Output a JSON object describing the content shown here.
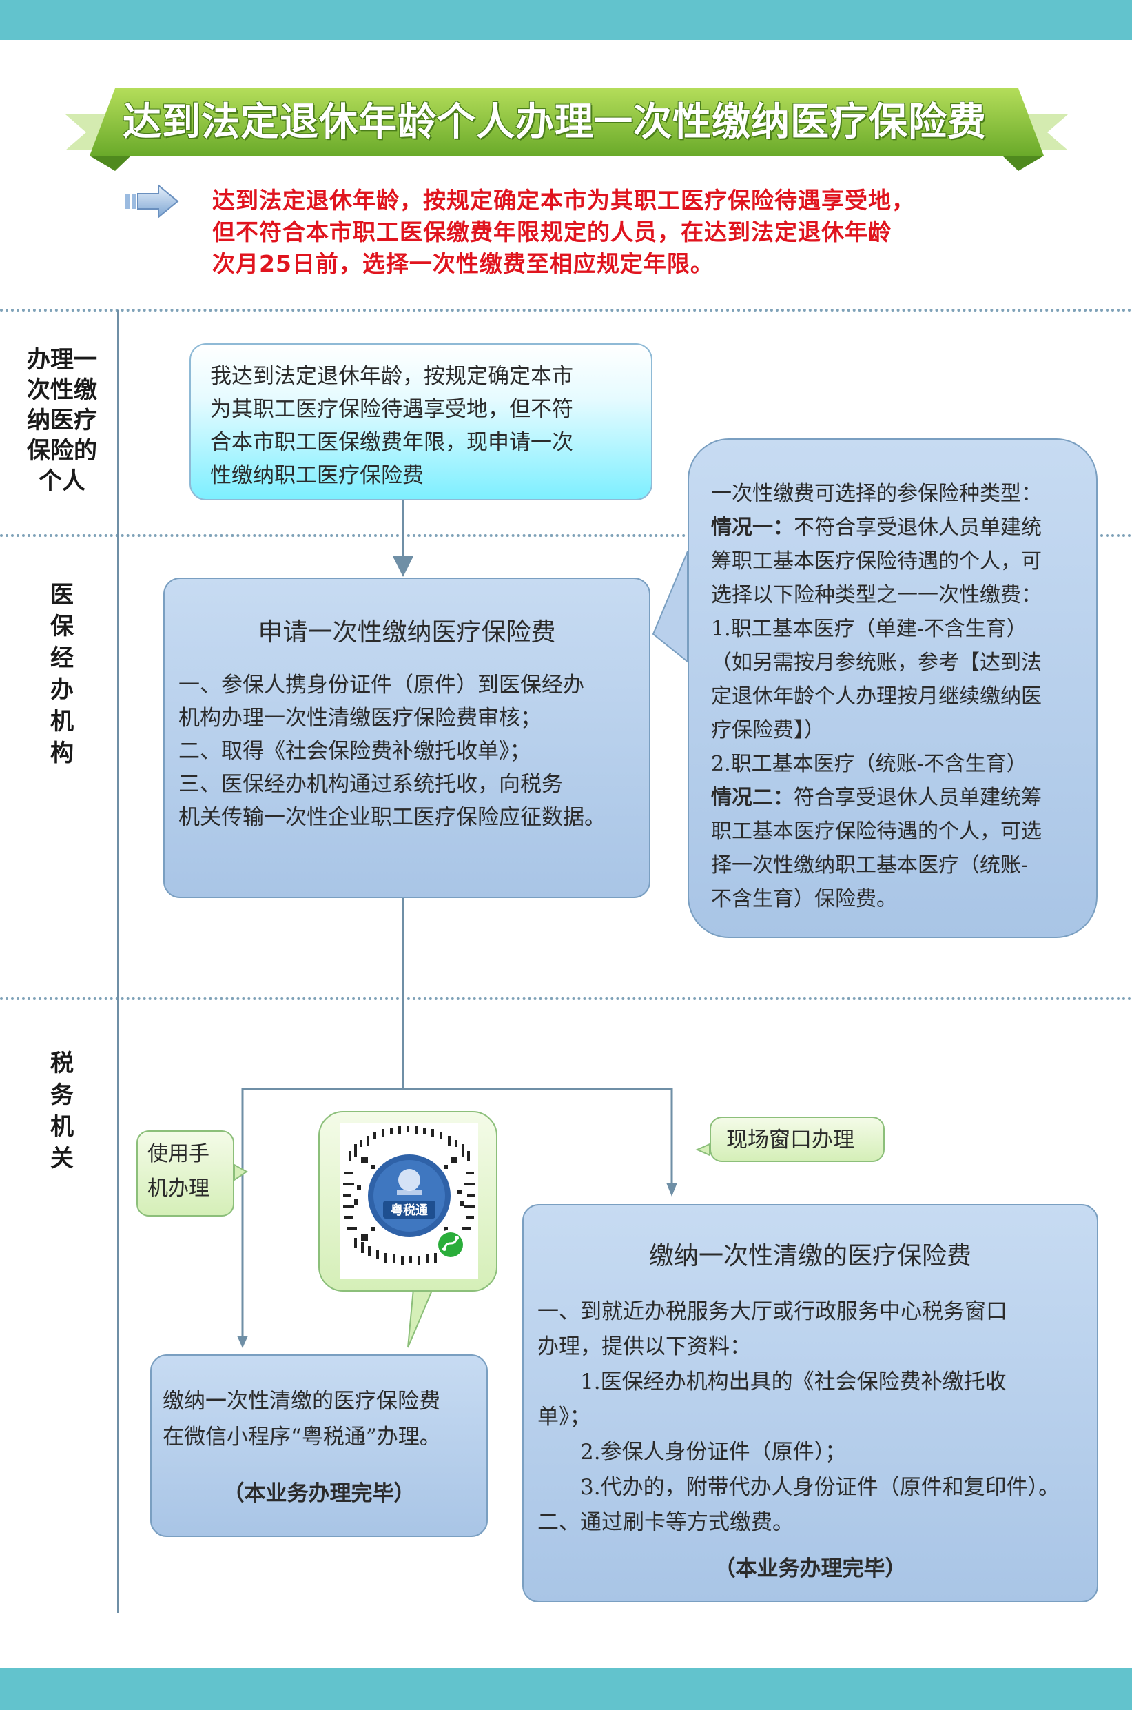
{
  "title": "达到法定退休年龄个人办理一次性缴纳医疗保险费",
  "intro_lines": [
    "达到法定退休年龄，按规定确定本市为其职工医疗保险待遇享受地，",
    "但不符合本市职工医保缴费年限规定的人员，在达到法定退休年龄",
    "次月25日前，选择一次性缴费至相应规定年限。"
  ],
  "lanes": {
    "personal": [
      "办理一",
      "次性缴",
      "纳医疗",
      "保险的",
      "个人"
    ],
    "medical": [
      "医",
      "保",
      "经",
      "办",
      "机",
      "构"
    ],
    "tax": [
      "税",
      "务",
      "机",
      "关"
    ]
  },
  "apply_box": {
    "lines": [
      "我达到法定退休年龄，按规定确定本市",
      "为其职工医疗保险待遇享受地，但不符",
      "合本市职工医保缴费年限，现申请一次",
      "性缴纳职工医疗保险费"
    ]
  },
  "medical_box": {
    "title": "申请一次性缴纳医疗保险费",
    "lines": [
      "一、参保人携身份证件（原件）到医保经办",
      "机构办理一次性清缴医疗保险费审核；",
      "二、取得《社会保险费补缴托收单》；",
      "三、医保经办机构通过系统托收，向税务",
      "机关传输一次性企业职工医疗保险应征数据。"
    ]
  },
  "options_bubble": {
    "lines": [
      {
        "label": "",
        "text": "一次性缴费可选择的参保险种类型："
      },
      {
        "label": "情况一：",
        "text": "不符合享受退休人员单建统"
      },
      {
        "label": "",
        "text": "筹职工基本医疗保险待遇的个人，可"
      },
      {
        "label": "",
        "text": "选择以下险种类型之一一次性缴费："
      },
      {
        "label": "",
        "text": "1.职工基本医疗（单建-不含生育）"
      },
      {
        "label": "",
        "text": "（如另需按月参统账，参考【达到法"
      },
      {
        "label": "",
        "text": "定退休年龄个人办理按月继续缴纳医"
      },
      {
        "label": "",
        "text": "疗保险费】）"
      },
      {
        "label": "",
        "text": "2.职工基本医疗（统账-不含生育）"
      },
      {
        "label": "情况二：",
        "text": "符合享受退休人员单建统筹"
      },
      {
        "label": "",
        "text": "职工基本医疗保险待遇的个人，可选"
      },
      {
        "label": "",
        "text": "择一次性缴纳职工基本医疗（统账-"
      },
      {
        "label": "",
        "text": "不含生育）保险费。"
      }
    ]
  },
  "mobile_label": [
    "使用手",
    "机办理"
  ],
  "window_label": "现场窗口办理",
  "qr": {
    "center_text": "粤税通",
    "icon": "wechat-miniprogram-icon"
  },
  "wechat_box": {
    "lines": [
      "缴纳一次性清缴的医疗保险费",
      "在微信小程序“粤税通”办理。"
    ],
    "done": "（本业务办理完毕）"
  },
  "window_box": {
    "title": "缴纳一次性清缴的医疗保险费",
    "lines": [
      {
        "indent": false,
        "text": "一、到就近办税服务大厅或行政服务中心税务窗口"
      },
      {
        "indent": false,
        "text": "办理，提供以下资料："
      },
      {
        "indent": true,
        "text": "1.医保经办机构出具的《社会保险费补缴托收"
      },
      {
        "indent": false,
        "text": "单》；"
      },
      {
        "indent": true,
        "text": "2.参保人身份证件（原件）；"
      },
      {
        "indent": true,
        "text": "3.代办的，附带代办人身份证件（原件和复印件）。"
      },
      {
        "indent": false,
        "text": "二、通过刷卡等方式缴费。"
      }
    ],
    "done": "（本业务办理完毕）"
  },
  "colors": {
    "band": "#62c3cd",
    "banner_green": "#8cc63f",
    "intro_red": "#e0141e",
    "box_blue": "#a9c5e6",
    "connector": "#6f8fa6"
  }
}
